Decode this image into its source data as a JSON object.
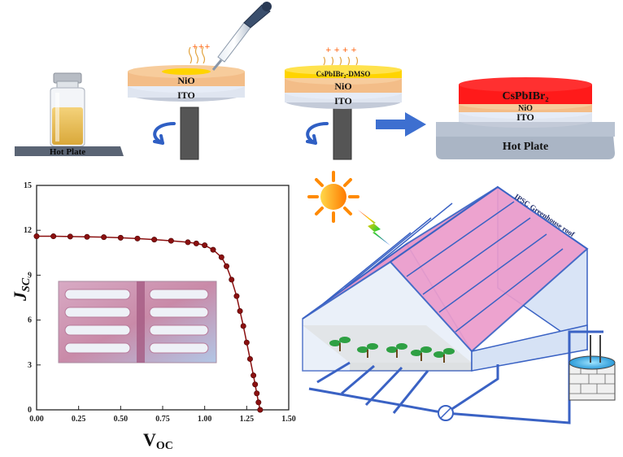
{
  "fab": {
    "hot_plate_left": "Hot Plate",
    "layer_nio": "NiO",
    "layer_ito": "ITO",
    "precursor_layer": "CsPbIBr₂-DMSO",
    "final_perovskite": "CsPbIBr₂",
    "hot_plate_right": "Hot Plate",
    "colors": {
      "nio": "#f5c08e",
      "ito": "#d8dff0",
      "precursor": "#ffd400",
      "perovskite": "#ff1a1a",
      "arrow": "#3d6fd0",
      "plate": "#a9b6c8"
    }
  },
  "greenhouse": {
    "roof_label": "IPSC Greenhouse roof",
    "colors": {
      "roof": "#e890c4",
      "frame": "#3a62c4"
    }
  },
  "chart_data": {
    "type": "line",
    "xlabel_main": "V",
    "xlabel_sub": "OC",
    "ylabel_main": "J",
    "ylabel_sub": "SC",
    "xlim": [
      0,
      1.5
    ],
    "ylim": [
      0,
      15
    ],
    "x_ticks": [
      "0.00",
      "0.25",
      "0.50",
      "0.75",
      "1.00",
      "1.25",
      "1.50"
    ],
    "y_ticks": [
      "0",
      "3",
      "6",
      "9",
      "12",
      "15"
    ],
    "series": [
      {
        "color": "#8b1010",
        "x": [
          0.0,
          0.1,
          0.2,
          0.3,
          0.4,
          0.5,
          0.6,
          0.7,
          0.8,
          0.9,
          0.95,
          1.0,
          1.05,
          1.1,
          1.13,
          1.16,
          1.19,
          1.21,
          1.23,
          1.25,
          1.27,
          1.29,
          1.3,
          1.31,
          1.32,
          1.33
        ],
        "y": [
          11.6,
          11.6,
          11.58,
          11.56,
          11.54,
          11.5,
          11.45,
          11.38,
          11.3,
          11.2,
          11.12,
          11.0,
          10.7,
          10.2,
          9.6,
          8.7,
          7.6,
          6.6,
          5.6,
          4.5,
          3.4,
          2.3,
          1.7,
          1.1,
          0.5,
          0.0
        ]
      }
    ]
  }
}
